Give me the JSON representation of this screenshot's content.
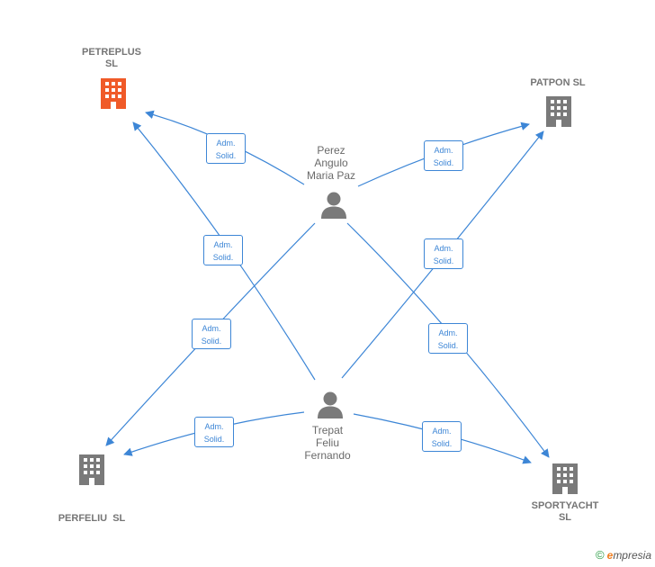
{
  "companies": [
    {
      "id": "petreplus",
      "lines": [
        "PETREPLUS",
        "SL"
      ],
      "color": "#f05a28"
    },
    {
      "id": "patpon",
      "lines": [
        "PATPON SL"
      ],
      "color": "#7a7a7a"
    },
    {
      "id": "perfeliu",
      "lines": [
        "PERFELIU  SL"
      ],
      "color": "#7a7a7a"
    },
    {
      "id": "sportyacht",
      "lines": [
        "SPORTYACHT",
        "SL"
      ],
      "color": "#7a7a7a"
    }
  ],
  "persons": [
    {
      "id": "perez",
      "lines": [
        "Perez",
        "Angulo",
        "Maria Paz"
      ]
    },
    {
      "id": "trepat",
      "lines": [
        "Trepat",
        "Feliu",
        "Fernando"
      ]
    }
  ],
  "edge_label": {
    "line1": "Adm.",
    "line2": "Solid."
  },
  "edges": [
    {
      "from": "perez",
      "to": "petreplus"
    },
    {
      "from": "perez",
      "to": "patpon"
    },
    {
      "from": "perez",
      "to": "perfeliu"
    },
    {
      "from": "perez",
      "to": "sportyacht"
    },
    {
      "from": "trepat",
      "to": "petreplus"
    },
    {
      "from": "trepat",
      "to": "patpon"
    },
    {
      "from": "trepat",
      "to": "perfeliu"
    },
    {
      "from": "trepat",
      "to": "sportyacht"
    }
  ],
  "colors": {
    "edge": "#3d86d6",
    "person_icon": "#7a7a7a"
  },
  "watermark": {
    "symbol": "©",
    "brand_initial": "e",
    "brand_rest": "mpresia"
  }
}
